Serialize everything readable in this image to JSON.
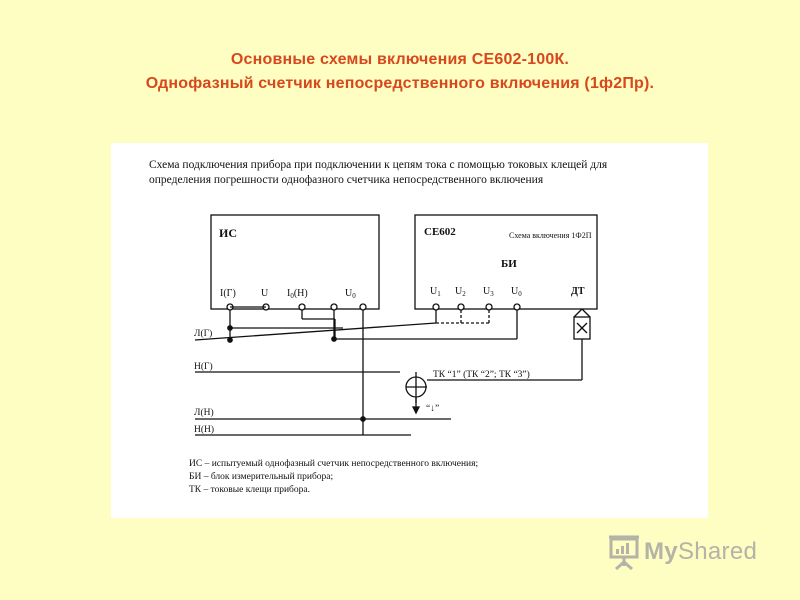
{
  "title": {
    "line1": "Основные схемы включения СЕ602-100К.",
    "line2": "Однофазный счетчик непосредственного включения (1ф2Пр)."
  },
  "diagram": {
    "heading_line1": "Схема подключения прибора при подключении к цепям тока с помощью токовых клещей для",
    "heading_line2": "определения погрешности однофазного счетчика непосредственного включения",
    "meter_box": {
      "label": "ИС",
      "terminals": [
        "I(Г)",
        "U",
        "I",
        "(Н)",
        "U"
      ],
      "sub_0": "0"
    },
    "ce_box": {
      "label": "CE602",
      "scheme": "Схема включения  1Ф2П",
      "unit": "БИ",
      "terminals": [
        "U",
        "U",
        "U",
        "U"
      ],
      "subs": [
        "1",
        "2",
        "3",
        "0"
      ],
      "dt": "ДТ"
    },
    "lines": [
      "Л(Г)",
      "Н(Г)",
      "Л(Н)",
      "Н(Н)"
    ],
    "clamp_label": "ТК “1” (ТК “2”; ТК “3”)",
    "arrow_label": "“↓”",
    "legend": [
      "ИС – испытуемый однофазный счетчик непосредственного включения;",
      "БИ – блок измерительный прибора;",
      "ТК – токовые клещи прибора."
    ]
  },
  "logo": {
    "my": "My",
    "shared": "Shared",
    "icon": "presentation-icon"
  },
  "colors": {
    "background": "#fefdc2",
    "title": "#d8481c",
    "logo": "#b3b3a8"
  }
}
